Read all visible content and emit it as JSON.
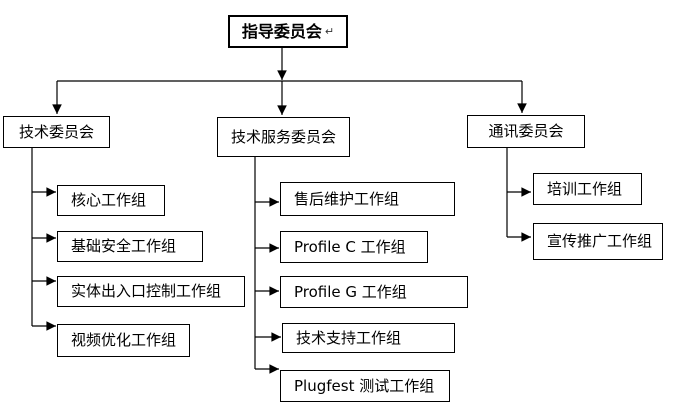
{
  "diagram": {
    "root": {
      "label": "指导委员会",
      "return_mark": "↵"
    },
    "committees": [
      {
        "label": "技术委员会",
        "groups": [
          "核心工作组",
          "基础安全工作组",
          "实体出入口控制工作组",
          "视频优化工作组"
        ]
      },
      {
        "label": "技术服务委员会",
        "groups": [
          "售后维护工作组",
          "Profile C 工作组",
          "Profile G 工作组",
          "技术支持工作组",
          "Plugfest 测试工作组"
        ]
      },
      {
        "label": "通讯委员会",
        "groups": [
          "培训工作组",
          "宣传推广工作组"
        ]
      }
    ],
    "colors": {
      "line": "#000000",
      "box_border": "#000000",
      "background": "#ffffff",
      "text": "#000000"
    }
  }
}
